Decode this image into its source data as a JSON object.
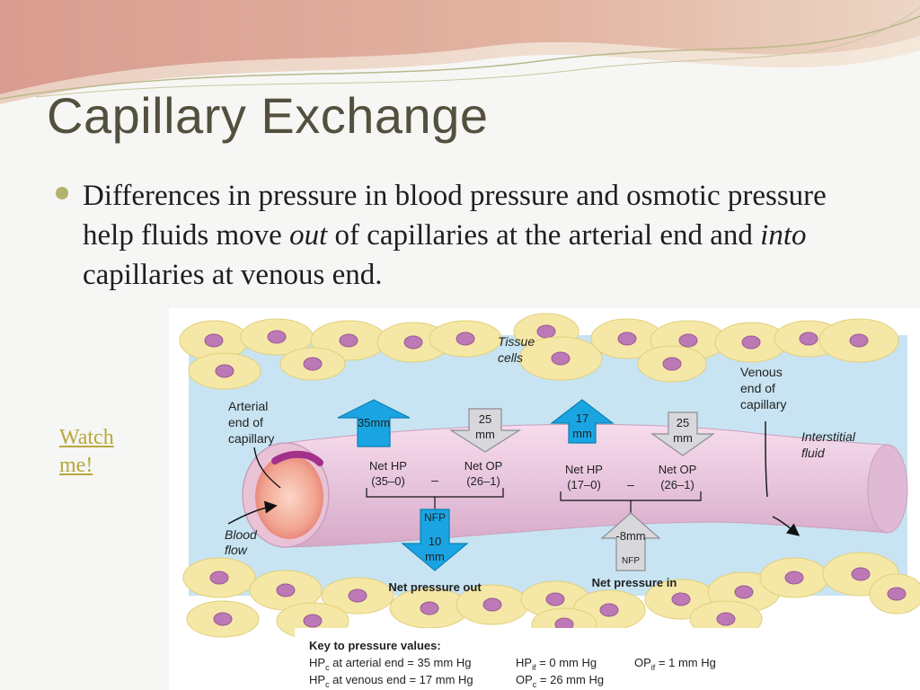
{
  "slide": {
    "title": "Capillary Exchange",
    "bullet": {
      "part1": "Differences in pressure in blood pressure and osmotic pressure help fluids move ",
      "em1": "out",
      "part2": " of capillaries at the arterial end and ",
      "em2": "into",
      "part3": " capillaries at venous end."
    },
    "link_line1": "Watch",
    "link_line2": "me!"
  },
  "diagram": {
    "tissue_cells": [
      "Tissue",
      "cells"
    ],
    "venous_end": [
      "Venous",
      "end of",
      "capillary"
    ],
    "arterial_end": [
      "Arterial",
      "end of",
      "capillary"
    ],
    "interstitial": [
      "Interstitial",
      "fluid"
    ],
    "blood_flow": [
      "Blood",
      "flow"
    ],
    "arterial": {
      "hp_arrow": "35mm",
      "op_arrow": [
        "25",
        "mm"
      ],
      "net_hp": [
        "Net HP",
        "(35–0)"
      ],
      "net_op": [
        "Net OP",
        "(26–1)"
      ],
      "minus": "–",
      "nfp": "NFP",
      "nfp_value": [
        "10",
        "mm"
      ],
      "result": "Net pressure out"
    },
    "venous": {
      "hp_arrow": [
        "17",
        "mm"
      ],
      "op_arrow": [
        "25",
        "mm"
      ],
      "net_hp": [
        "Net HP",
        "(17–0)"
      ],
      "net_op": [
        "Net OP",
        "(26–1)"
      ],
      "minus": "–",
      "nfp_value": "-8mm",
      "nfp": "NFP",
      "result": "Net pressure in"
    },
    "key": {
      "title": "Key to pressure values:",
      "rows": [
        [
          "HP",
          "c",
          " at arterial end = 35 mm Hg",
          "HP",
          "if",
          " = 0 mm Hg",
          "OP",
          "if",
          " = 1 mm Hg"
        ],
        [
          "HP",
          "c",
          " at venous end = 17 mm Hg",
          "OP",
          "c",
          " = 26 mm Hg"
        ]
      ]
    },
    "colors": {
      "fluid": "#c8e4f2",
      "capillary": "#e8c6de",
      "cell": "#f5e8a6",
      "nucleus": "#bd79b6",
      "arrow_blue": "#1aa5e2",
      "arrow_gray": "#d8d8dc"
    }
  }
}
